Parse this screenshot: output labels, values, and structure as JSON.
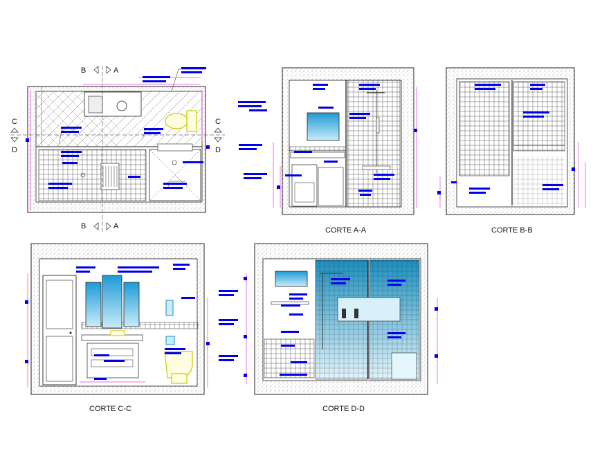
{
  "drawing": {
    "titles": {
      "section_aa": "CORTE A-A",
      "section_bb": "CORTE B-B",
      "section_cc": "CORTE C-C",
      "section_dd": "CORTE D-D"
    },
    "plan_markers": {
      "top_left": "B",
      "top_right": "A",
      "bottom_left": "B",
      "bottom_right": "A",
      "left_top": "C",
      "left_bottom": "D",
      "right_top": "C",
      "right_bottom": "D"
    },
    "colors": {
      "line": "#222222",
      "annotation": "#0000ee",
      "dimension": "#e040e0",
      "fixture": "#e8e800",
      "glass": "#2aa6d8",
      "tile_light": "#d8f0fa",
      "tile_deep": "#1b8fc0"
    }
  }
}
